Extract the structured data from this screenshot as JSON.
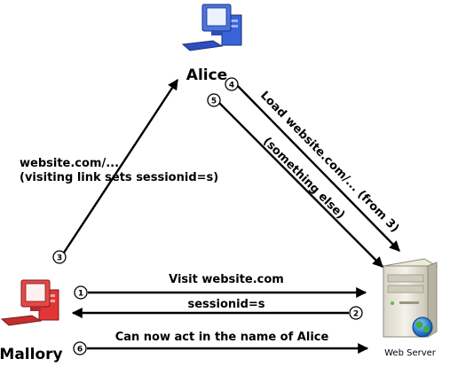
{
  "nodes": {
    "alice": {
      "name": "Alice"
    },
    "mallory": {
      "name": "Mallory"
    },
    "server": {
      "name": "Web Server"
    }
  },
  "steps": [
    {
      "number": "1",
      "label": "Visit website.com"
    },
    {
      "number": "2",
      "label": "sessionid=s"
    },
    {
      "number": "3",
      "label_line1": "website.com/...",
      "label_line2": "(visiting link sets sessionid=s)"
    },
    {
      "number": "4",
      "label": "Load website.com/... (from 3)"
    },
    {
      "number": "5",
      "label": "(something else)"
    },
    {
      "number": "6",
      "label": "Can now act in the name of Alice"
    }
  ],
  "colors": {
    "alice_computer": "#3a63d8",
    "mallory_computer": "#e23636",
    "server_globe": "#2a7fd4"
  }
}
